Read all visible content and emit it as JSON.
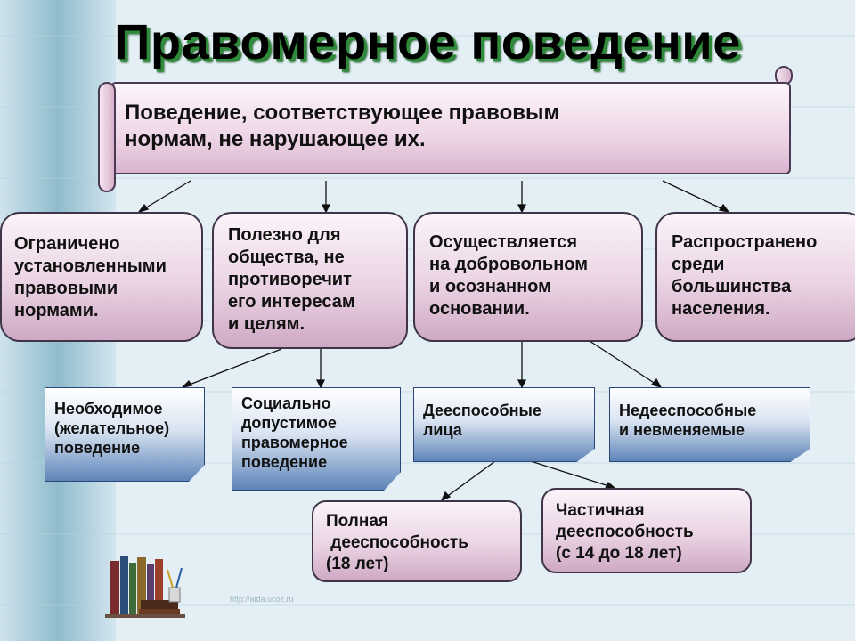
{
  "title": "Правомерное поведение",
  "definition": [
    "Поведение, соответствующее правовым",
    "нормам, не нарушающее их."
  ],
  "features": [
    [
      "Ограничено",
      "установленными",
      "правовыми",
      "нормами."
    ],
    [
      "Полезно для",
      "общества, не",
      "противоречит",
      "его интересам",
      "и целям."
    ],
    [
      "Осуществляется",
      "на добровольном",
      "и осознанном",
      "основании."
    ],
    [
      "Распространено",
      "среди",
      "большинства",
      "населения."
    ]
  ],
  "types": [
    [
      "Необходимое",
      "(желательное)",
      "поведение"
    ],
    [
      "Социально",
      "допустимое",
      "правомерное",
      "поведение"
    ]
  ],
  "subjects": [
    [
      "Дееспособные",
      "лица"
    ],
    [
      "Недееспособные",
      "и невменяемые"
    ]
  ],
  "capacity": [
    [
      "Полная",
      " дееспособность",
      "(18 лет)"
    ],
    [
      "Частичная",
      "дееспособность",
      "(с 14 до 18 лет)"
    ]
  ],
  "watermark": "http://aida.ucoz.ru"
}
